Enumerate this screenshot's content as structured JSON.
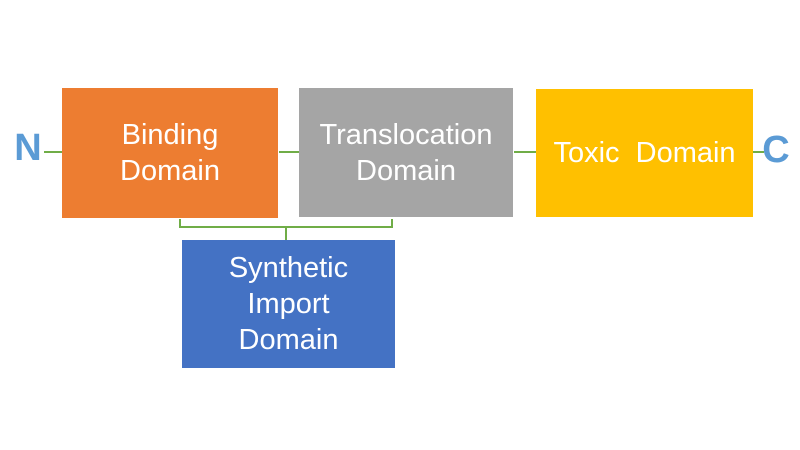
{
  "diagram": {
    "title": "Protein domain structure diagram",
    "background_color": "#ffffff",
    "terminals": {
      "n_label": "N",
      "c_label": "C",
      "color": "#5B9BD5"
    },
    "connector_color": "#70AD47",
    "boxes": [
      {
        "id": "binding-domain",
        "label": "Binding\nDomain",
        "fill": "#ED7D31",
        "text_color": "#FFFFFF"
      },
      {
        "id": "translocation-domain",
        "label": "Translocation\nDomain",
        "fill": "#A5A5A5",
        "text_color": "#FFFFFF"
      },
      {
        "id": "toxic-domain",
        "label": "Toxic  Domain",
        "fill": "#FFC000",
        "text_color": "#FFFFFF"
      },
      {
        "id": "synthetic-import-domain",
        "label": "Synthetic\nImport\nDomain",
        "fill": "#4472C4",
        "text_color": "#FFFFFF"
      }
    ]
  }
}
